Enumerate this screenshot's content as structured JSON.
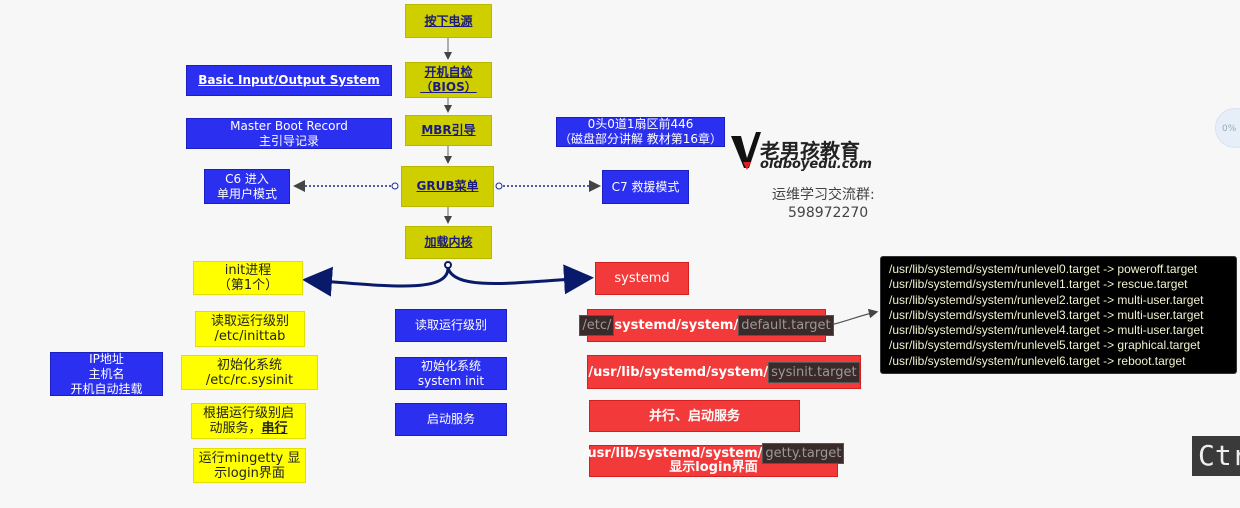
{
  "main_flow": {
    "power": "按下电源",
    "bios": "开机自检\n（BIOS）",
    "mbr": "MBR引导",
    "grub": "GRUB菜单",
    "kernel": "加载内核"
  },
  "left_notes": {
    "bios_full": "Basic Input/Output System",
    "mbr_full": "Master Boot Record\n主引导记录",
    "c6": "C6 进入\n单用户模式"
  },
  "right_notes": {
    "disk": "0头0道1扇区前446\n（磁盘部分讲解 教材第16章）",
    "c7": "C7 救援模式"
  },
  "logo": {
    "brand": "老男孩教育",
    "url": "oldboyedu.com",
    "group_label": "运维学习交流群:",
    "group_number": "598972270"
  },
  "c6_column": {
    "init": "init进程\n（第1个）",
    "read": "读取运行级别\n/etc/inittab",
    "initsys": "初始化系统\n/etc/rc.sysinit",
    "start_pre": "根据运行级别启\n动服务，",
    "start_bold": "串行",
    "mingetty": "运行mingetty 显\n示login界面",
    "ip_note": "IP地址\n主机名\n开机自动挂载"
  },
  "middle_column": {
    "read": "读取运行级别",
    "initsys": "初始化系统\nsystem init",
    "start": "启动服务"
  },
  "c7_column": {
    "systemd": "systemd",
    "default_a": "/etc/",
    "default_b": "systemd/system/",
    "default_c": "default.target",
    "sysinit_a": "/usr/lib/systemd/system/",
    "sysinit_b": "sysinit.target",
    "parallel": "并行、启动服务",
    "getty_a": "/usr/lib/systemd/system/",
    "getty_b": "getty.target",
    "getty_c": "显示login界面"
  },
  "terminal": {
    "lines": [
      "/usr/lib/systemd/system/runlevel0.target -> poweroff.target",
      "/usr/lib/systemd/system/runlevel1.target -> rescue.target",
      "/usr/lib/systemd/system/runlevel2.target -> multi-user.target",
      "/usr/lib/systemd/system/runlevel3.target -> multi-user.target",
      "/usr/lib/systemd/system/runlevel4.target -> multi-user.target",
      "/usr/lib/systemd/system/runlevel5.target -> graphical.target",
      "/usr/lib/systemd/system/runlevel6.target -> reboot.target"
    ]
  },
  "overlay": {
    "ctrl": "Ctr",
    "circle": "0%"
  },
  "colors": {
    "olive": "#cfcf00",
    "blue": "#2a2ff0",
    "yellow": "#ffff00",
    "red": "#f23a3a",
    "connector": "#0a1a6a"
  }
}
